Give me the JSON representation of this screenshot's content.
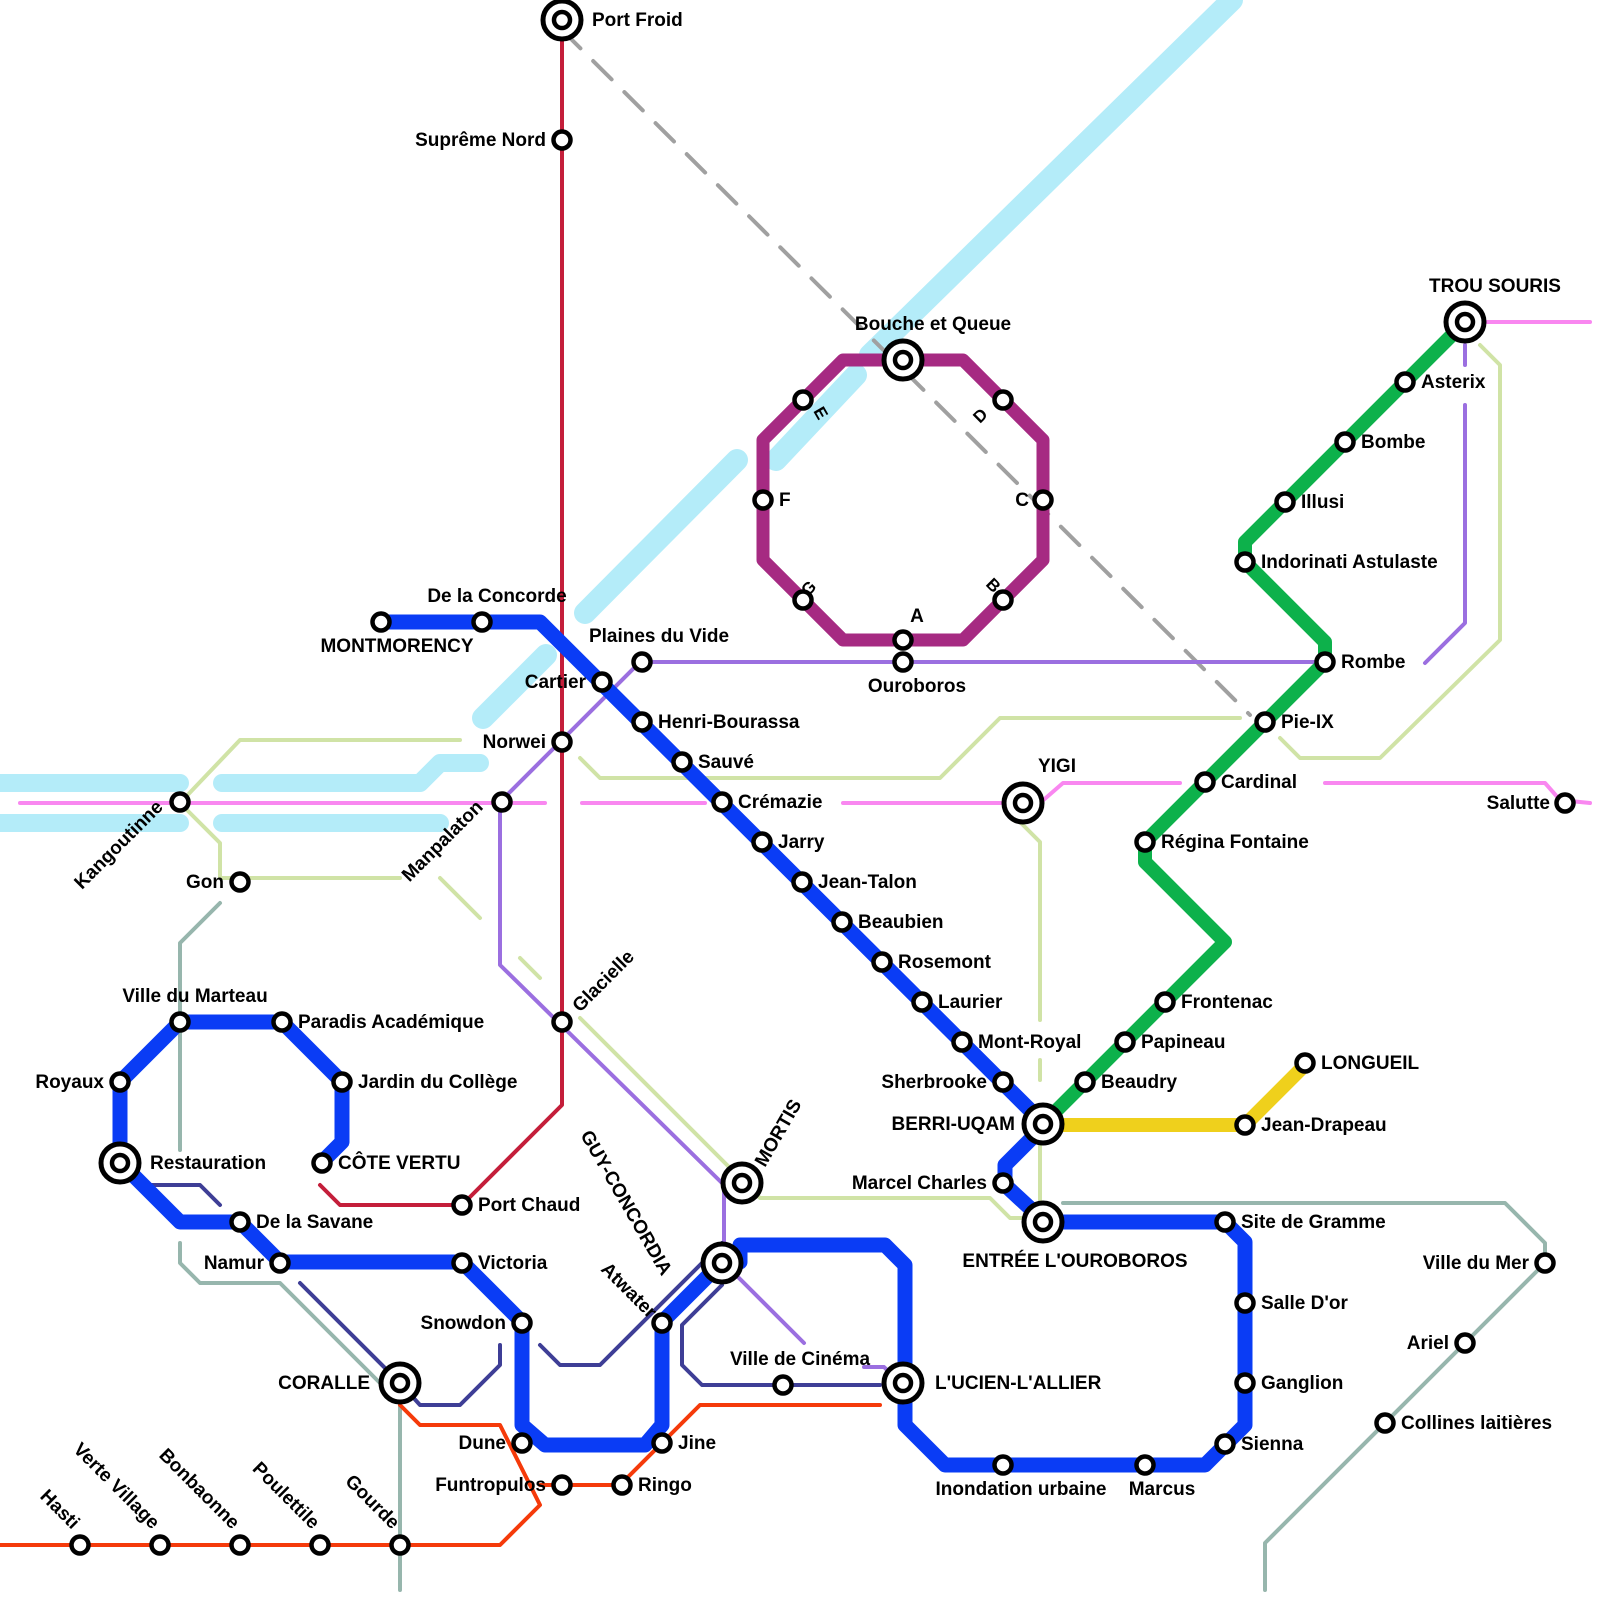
{
  "colors": {
    "river": "#b4ecf9",
    "blue": "#0a3cf5",
    "green": "#0db14b",
    "yellow": "#efd01c",
    "magenta": "#a62a82",
    "red": "#c41e3a",
    "purple": "#9b6fe0",
    "lime": "#d0e3a6",
    "pink": "#f987f0",
    "grey_teal": "#97b6ad",
    "indigo": "#3e3e96",
    "orange_red": "#f53a0a",
    "dashed": "#a0a0a0"
  },
  "stations": {
    "port_froid": "Port Froid",
    "supreme_nord": "Suprême Nord",
    "bouche_et_queue": "Bouche et Queue",
    "trou_souris": "TROU SOURIS",
    "asterix": "Asterix",
    "bombe": "Bombe",
    "illusi": "Illusi",
    "indorinati": "Indorinati Astulaste",
    "rombe": "Rombe",
    "pie_ix": "Pie-IX",
    "cardinal": "Cardinal",
    "regina": "Régina Fontaine",
    "frontenac": "Frontenac",
    "papineau": "Papineau",
    "beaudry": "Beaudry",
    "longueil": "LONGUEIL",
    "jean_drapeau": "Jean-Drapeau",
    "salutte": "Salutte",
    "yigi": "YIGI",
    "de_la_concorde": "De la Concorde",
    "montmorency": "MONTMORENCY",
    "plaines_du_vide": "Plaines du Vide",
    "cartier": "Cartier",
    "norwei": "Norwei",
    "henri_bourassa": "Henri-Bourassa",
    "sauve": "Sauvé",
    "cremazie": "Crémazie",
    "jarry": "Jarry",
    "jean_talon": "Jean-Talon",
    "beaubien": "Beaubien",
    "rosemont": "Rosemont",
    "laurier": "Laurier",
    "mont_royal": "Mont-Royal",
    "sherbrooke": "Sherbrooke",
    "berri_uqam": "BERRI-UQAM",
    "marcel_charles": "Marcel Charles",
    "entree_ouroboros": "ENTRÉE L'OUROBOROS",
    "site_de_gramme": "Site de Gramme",
    "salle_dor": "Salle D'or",
    "ganglion": "Ganglion",
    "sienna": "Sienna",
    "marcus": "Marcus",
    "inondation": "Inondation urbaine",
    "lucien_lallier": "L'UCIEN-L'ALLIER",
    "ville_de_cinema": "Ville de Cinéma",
    "guy_concordia": "GUY-CONCORDIA",
    "mortis": "MORTIS",
    "atwater": "Atwater",
    "jine": "Jine",
    "ringo": "Ringo",
    "dune": "Dune",
    "funtropulos": "Funtropulos",
    "snowdon": "Snowdon",
    "victoria": "Victoria",
    "port_chaud": "Port Chaud",
    "glacielle": "Glacielle",
    "manpalaton": "Manpalaton",
    "kangoutinne": "Kangoutinne",
    "gon": "Gon",
    "ville_du_marteau": "Ville du Marteau",
    "paradis": "Paradis Académique",
    "jardin": "Jardin du Collège",
    "cote_vertu": "CÔTE VERTU",
    "royaux": "Royaux",
    "restauration": "Restauration",
    "de_la_savane": "De la Savane",
    "namur": "Namur",
    "coralle": "CORALLE",
    "hasti": "Hasti",
    "verte_village": "Verte Village",
    "bonbaonne": "Bonbaonne",
    "poulettile": "Poulettile",
    "gourde": "Gourde",
    "ville_du_mer": "Ville du Mer",
    "ariel": "Ariel",
    "collines": "Collines laitières",
    "ouroboros": "Ouroboros",
    "ring_a": "A",
    "ring_b": "B",
    "ring_c": "C",
    "ring_d": "D",
    "ring_e": "E",
    "ring_f": "F",
    "ring_g": "G"
  }
}
